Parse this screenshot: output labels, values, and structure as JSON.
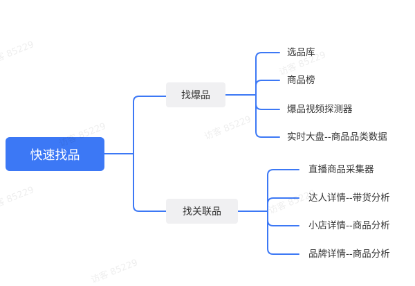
{
  "colors": {
    "connector": "#3c78f5",
    "root_bg": "#3c78f5",
    "root_text": "#ffffff",
    "branch_bg": "#f0f0f2",
    "text": "#333333"
  },
  "root": {
    "label": "快速找品"
  },
  "branches": [
    {
      "label": "找爆品",
      "leaves": [
        "选品库",
        "商品榜",
        "爆品视频探测器",
        "实时大盘--商品品类数据"
      ]
    },
    {
      "label": "找关联品",
      "leaves": [
        "直播商品采集器",
        "达人详情--带货分析",
        "小店详情--商品分析",
        "品牌详情--商品分析"
      ]
    }
  ],
  "watermark": "访客 85229"
}
